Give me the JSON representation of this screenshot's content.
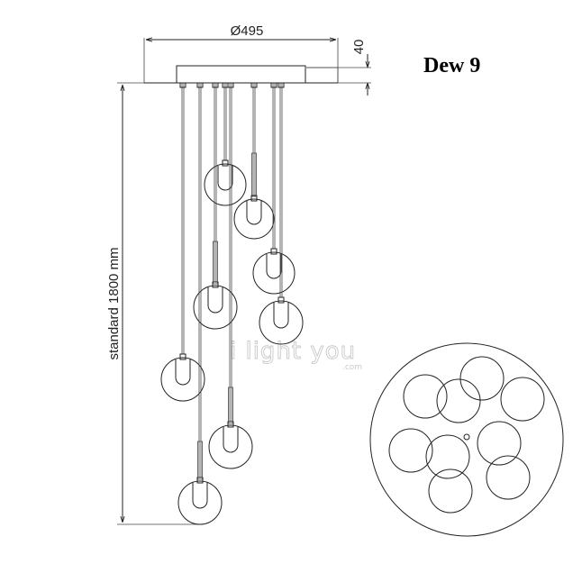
{
  "title": "Dew 9",
  "dimensions": {
    "diameter": "Ø495",
    "height": "40",
    "drop": "standard 1800 mm"
  },
  "watermark": {
    "main": "i light you",
    "sub": ".com"
  },
  "colors": {
    "line": "#222222",
    "watermark": "#c9c9c9",
    "background": "#ffffff"
  }
}
